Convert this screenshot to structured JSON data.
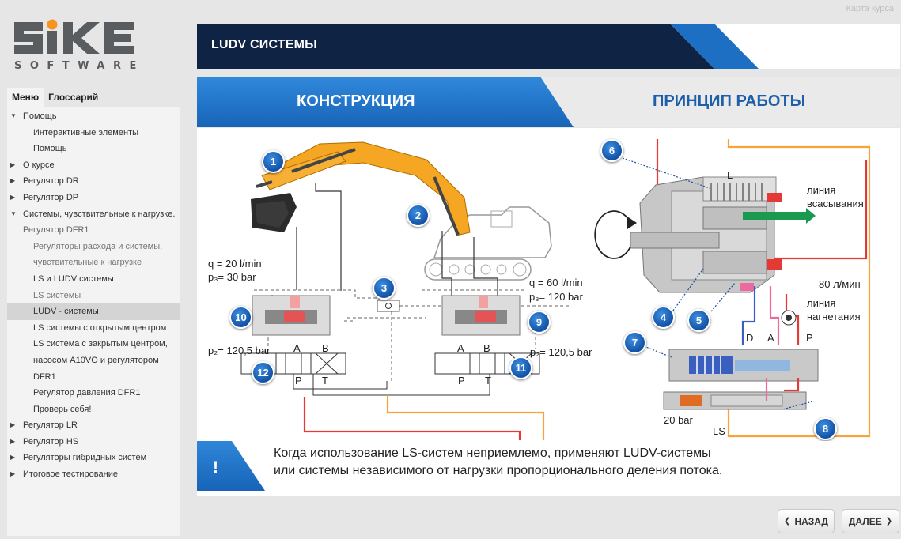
{
  "top": {
    "course_map": "Карта курса"
  },
  "logo": {
    "main": "SiKE",
    "sub": "SOFTWARE"
  },
  "nav": {
    "tabs": [
      "Меню",
      "Глоссарий"
    ],
    "items": [
      {
        "label": "Помощь",
        "level": 0,
        "state": "open"
      },
      {
        "label": "Интерактивные элементы",
        "level": 2
      },
      {
        "label": "Помощь",
        "level": 2
      },
      {
        "label": "О курсе",
        "level": 0,
        "state": "closed"
      },
      {
        "label": "Регулятор DR",
        "level": 0,
        "state": "closed"
      },
      {
        "label": "Регулятор DP",
        "level": 0,
        "state": "closed"
      },
      {
        "label": "Системы, чувствительные к нагрузке.",
        "level": 0,
        "state": "open"
      },
      {
        "label": "Регулятор DFR1",
        "level": 1
      },
      {
        "label": "Регуляторы расхода и системы,",
        "level": 2,
        "gray": true
      },
      {
        "label": "чувствительные к нагрузке",
        "level": 2,
        "gray": true
      },
      {
        "label": "LS и LUDV системы",
        "level": 2
      },
      {
        "label": "LS системы",
        "level": 2,
        "gray": true
      },
      {
        "label": "LUDV - системы",
        "level": 2,
        "active": true
      },
      {
        "label": "LS системы с открытым центром",
        "level": 2
      },
      {
        "label": "LS система с закрытым центром,",
        "level": 2
      },
      {
        "label": "насосом A10VO и регулятором",
        "level": 2
      },
      {
        "label": "DFR1",
        "level": 2
      },
      {
        "label": "Регулятор давления DFR1",
        "level": 2
      },
      {
        "label": "Проверь себя!",
        "level": 2
      },
      {
        "label": "Регулятор LR",
        "level": 0,
        "state": "closed"
      },
      {
        "label": "Регулятор HS",
        "level": 0,
        "state": "closed"
      },
      {
        "label": "Регуляторы гибридных систем",
        "level": 0,
        "state": "closed"
      },
      {
        "label": "Итоговое тестирование",
        "level": 0,
        "state": "closed"
      }
    ]
  },
  "header": {
    "title": "LUDV СИСТЕМЫ"
  },
  "tabs": {
    "construction": "КОНСТРУКЦИЯ",
    "principle": "ПРИНЦИП РАБОТЫ"
  },
  "diagram": {
    "labels": {
      "q1": "q = 20 l/min",
      "p3_1": "p₃= 30 bar",
      "q2": "q = 60 l/min",
      "p3_2": "p₃= 120 bar",
      "p2_1": "p₂= 120,5 bar",
      "p2_2": "p₂= 120,5 bar",
      "a1": "A",
      "b1": "B",
      "p1": "P",
      "t1": "T",
      "a2": "A",
      "b2": "B",
      "p2": "P",
      "t2": "T",
      "l": "L",
      "suction": "линия всасывания",
      "flow": "80 л/мин",
      "pressure": "линия нагнетания",
      "d": "D",
      "a3": "A",
      "p3": "P",
      "bar20": "20 bar",
      "ls": "LS"
    },
    "markers": [
      "1",
      "2",
      "3",
      "4",
      "5",
      "6",
      "7",
      "8",
      "9",
      "10",
      "11",
      "12"
    ]
  },
  "note": {
    "icon": "!",
    "line1": "Когда использование LS-систем неприемлемо, применяют LUDV-системы",
    "line2": "или системы независимого от нагрузки пропорционального деления потока."
  },
  "buttons": {
    "back": "НАЗАД",
    "next": "ДАЛЕЕ"
  },
  "colors": {
    "brand_blue": "#1d6fc4",
    "dark_navy": "#0f2444",
    "accent_orange": "#f7931e"
  }
}
